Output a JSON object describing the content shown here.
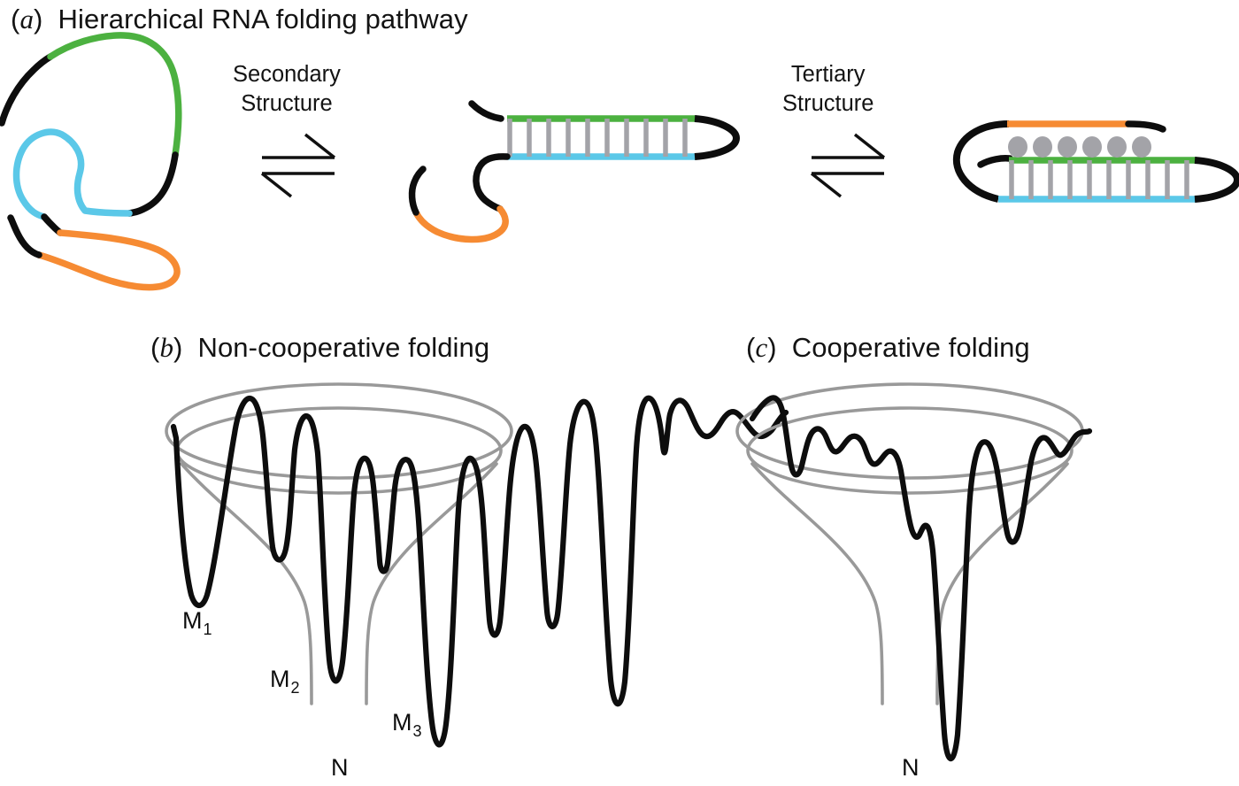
{
  "figure": {
    "title": "Hierarchical RNA folding pathway",
    "background_color": "#ffffff"
  },
  "panels": {
    "a": {
      "letter": "a",
      "letter_open_paren": "(",
      "letter_close_paren": ")",
      "title": "Hierarchical RNA folding pathway",
      "transitions": [
        {
          "label_line1": "Secondary",
          "label_line2": "Structure",
          "icon": "equilibrium-arrows-icon"
        },
        {
          "label_line1": "Tertiary",
          "label_line2": "Structure",
          "icon": "equilibrium-arrows-icon"
        }
      ],
      "states": [
        {
          "name": "unfolded-coil",
          "segments": [
            "black",
            "green",
            "black",
            "cyan",
            "black",
            "orange",
            "black"
          ]
        },
        {
          "name": "secondary-hairpin",
          "helix_rungs": 10,
          "strand_top_color": "green",
          "strand_bottom_color": "cyan",
          "tail_color": "orange"
        },
        {
          "name": "tertiary-structure",
          "helix_rungs": 10,
          "tertiary_contacts": 6,
          "strand_top_color": "green",
          "strand_bottom_color": "cyan",
          "single_strand_color": "orange"
        }
      ]
    },
    "b": {
      "letter": "b",
      "letter_open_paren": "(",
      "letter_close_paren": ")",
      "title": "Non-cooperative folding",
      "funnel_name": "rugged-energy-landscape-funnel",
      "minima": [
        {
          "id": "M1",
          "label_text": "M",
          "label_sub": "1"
        },
        {
          "id": "M2",
          "label_text": "M",
          "label_sub": "2"
        },
        {
          "id": "M3",
          "label_text": "M",
          "label_sub": "3"
        },
        {
          "id": "N",
          "label_text": "N",
          "label_sub": ""
        }
      ]
    },
    "c": {
      "letter": "c",
      "letter_open_paren": "(",
      "letter_close_paren": ")",
      "title": "Cooperative folding",
      "funnel_name": "smooth-energy-landscape-funnel",
      "minima": [
        {
          "id": "N",
          "label_text": "N",
          "label_sub": ""
        }
      ]
    }
  },
  "colors": {
    "green": "#4CB140",
    "cyan": "#5BC8E8",
    "orange": "#F68B33",
    "black": "#0d0d0d",
    "rung_gray": "#A3A3A8",
    "funnel_gray": "#999999",
    "text": "#131313"
  }
}
